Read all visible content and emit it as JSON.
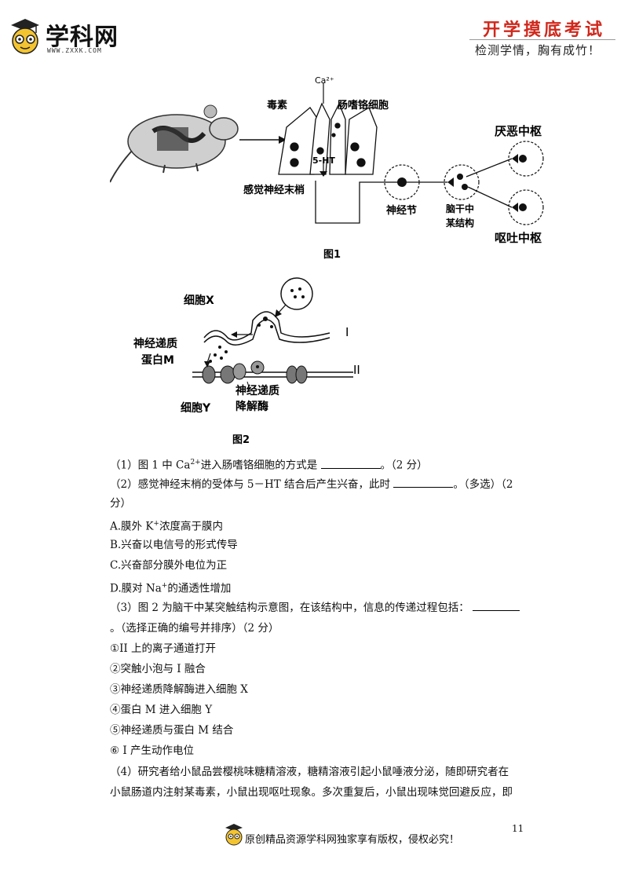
{
  "header": {
    "logo_text": "学科网",
    "logo_url": "WWW.ZXXK.COM",
    "exam_title": "开学摸底考试",
    "exam_subtitle": "检测学情，胸有成竹！"
  },
  "figure1": {
    "caption": "图1",
    "labels": {
      "ca": "Ca²⁺",
      "toxin": "毒素",
      "cell": "肠嗜铬细胞",
      "ht": "5-HT",
      "sensory": "感觉神经末梢",
      "ganglion": "神经节",
      "brainstem1": "脑干中",
      "brainstem2": "某结构",
      "disgust": "厌恶中枢",
      "vomit": "呕吐中枢"
    }
  },
  "figure2": {
    "caption": "图2",
    "labels": {
      "cell_x": "细胞X",
      "nt": "神经递质",
      "protein_m": "蛋白M",
      "enzyme1": "神经递质",
      "enzyme2": "降解酶",
      "cell_y": "细胞Y",
      "roman1": "I",
      "roman2": "II"
    }
  },
  "questions": {
    "q1": {
      "before": "（1）图 1 中 Ca",
      "sup": "2+",
      "after": "进入肠嗜铬细胞的方式是",
      "score": "。（2 分）"
    },
    "q2": {
      "line1": "（2）感觉神经末梢的受体与 5－HT 结合后产生兴奋，此时",
      "tail": "。（多选）（2",
      "line2": "分）"
    },
    "q2_options": [
      {
        "pre": "A.膜外 K",
        "sup": "+",
        "post": "浓度高于膜内"
      },
      {
        "pre": "B.兴奋以电信号的形式传导",
        "sup": "",
        "post": ""
      },
      {
        "pre": "C.兴奋部分膜外电位为正",
        "sup": "",
        "post": ""
      },
      {
        "pre": "D.膜对 Na",
        "sup": "+",
        "post": "的通透性增加"
      }
    ],
    "q3": {
      "line1": "（3）图 2 为脑干中某突触结构示意图，在该结构中，信息的传递过程包括：",
      "line2": "。（选择正确的编号并排序）（2 分）"
    },
    "q3_options": [
      "①II 上的离子通道打开",
      "②突触小泡与 I 融合",
      "③神经递质降解酶进入细胞 X",
      "④蛋白 M 进入细胞 Y",
      "⑤神经递质与蛋白 M 结合",
      "⑥ I 产生动作电位"
    ],
    "q4": {
      "line1": "（4）研究者给小鼠品尝樱桃味糖精溶液，糖精溶液引起小鼠唾液分泌，随即研究者在",
      "line2": "小鼠肠道内注射某毒素，小鼠出现呕吐现象。多次重复后，小鼠出现味觉回避反应，即"
    }
  },
  "footer": {
    "copyright": "原创精品资源学科网独家享有版权，侵权必究！",
    "page_number": "11"
  }
}
